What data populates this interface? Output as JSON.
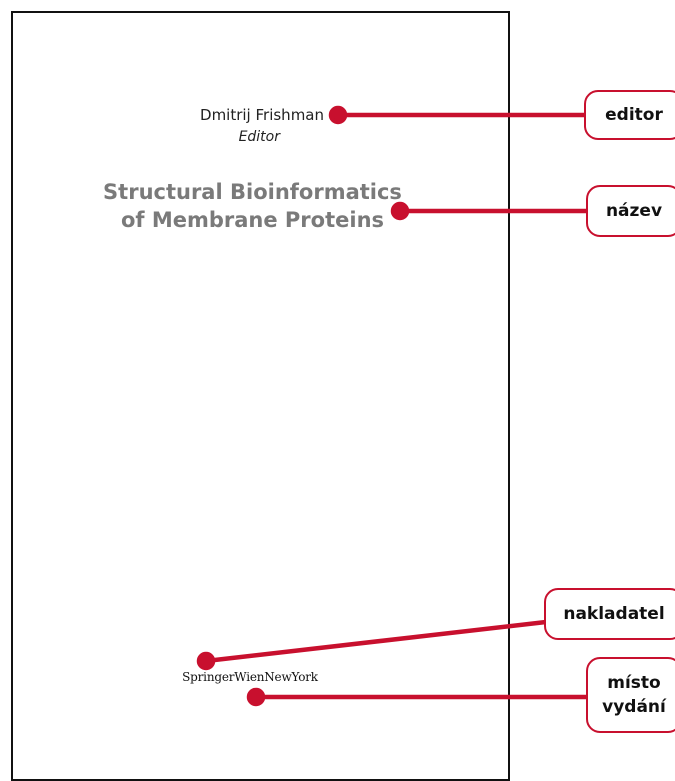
{
  "book": {
    "editor_name": "Dmitrij Frishman",
    "editor_role": "Editor",
    "title_line1": "Structural Bioinformatics",
    "title_line2": "of Membrane Proteins",
    "publisher": "SpringerWienNewYork"
  },
  "callouts": {
    "editor": "editor",
    "title": "název",
    "publisher": "nakladatel",
    "place": "místo\nvydání"
  },
  "colors": {
    "accent": "#c8102e",
    "title_gray": "#7a7a7a",
    "frame": "#111111"
  }
}
